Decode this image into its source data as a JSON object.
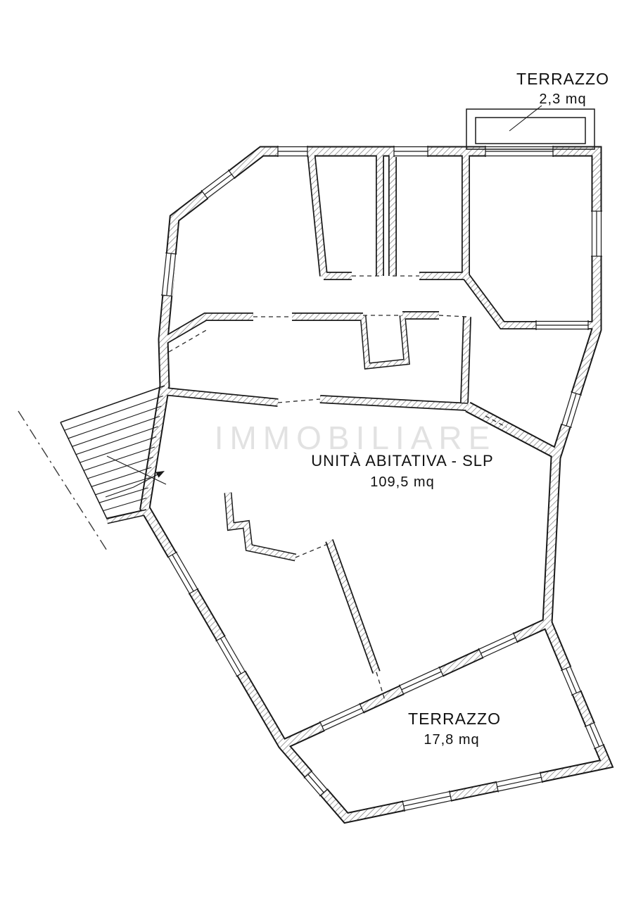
{
  "plan": {
    "terrace_top": {
      "label": "TERRAZZO",
      "area": "2,3 mq"
    },
    "unit": {
      "label": "UNITÀ ABITATIVA - SLP",
      "area": "109,5 mq"
    },
    "terrace_bottom": {
      "label": "TERRAZZO",
      "area": "17,8 mq"
    },
    "watermark": "IMMOBILIARE",
    "colors": {
      "line": "#1a1a1a",
      "hatch": "#757575",
      "watermark": "#dcdcdc"
    }
  }
}
